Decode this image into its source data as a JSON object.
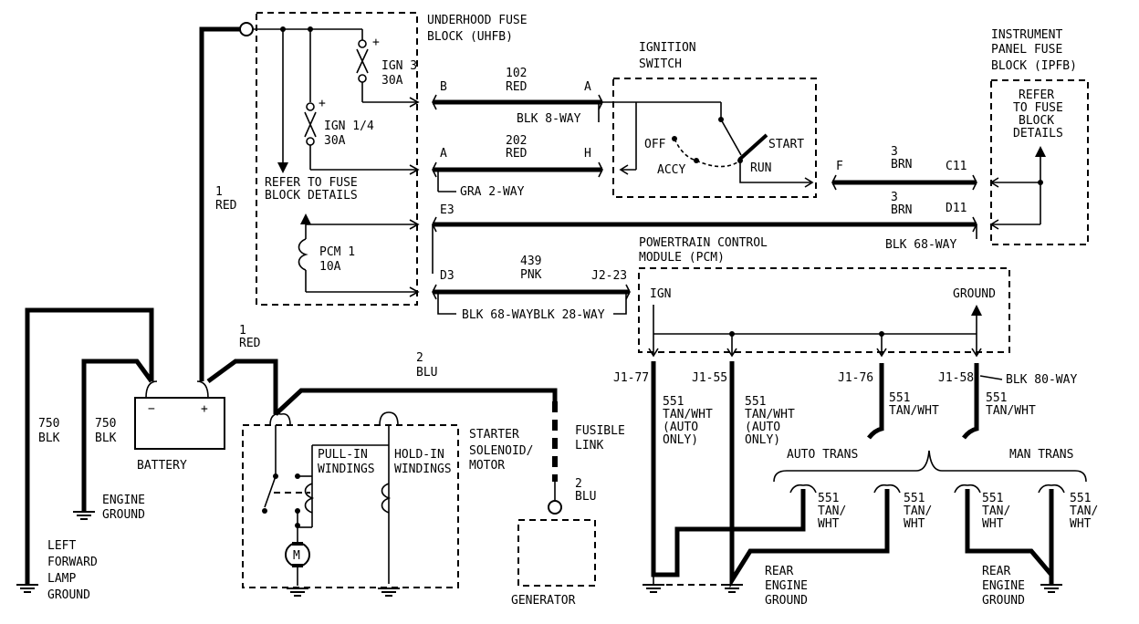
{
  "labels": {
    "uhfb_title": "UNDERHOOD FUSE",
    "uhfb_title2": "BLOCK (UHFB)",
    "ign3": "IGN 3",
    "ign3_amp": "30A",
    "ign14": "IGN 1/4",
    "ign14_amp": "30A",
    "refer_fuse": "REFER TO FUSE",
    "refer_fuse2": "BLOCK DETAILS",
    "pcm1": "PCM 1",
    "pcm1_amp": "10A",
    "red1_top": "1",
    "red1_top2": "RED",
    "pin_b": "B",
    "pin_a1": "A",
    "w102": "102",
    "w102c": "RED",
    "blk8": "BLK 8-WAY",
    "pin_a2": "A",
    "pin_h": "H",
    "w202": "202",
    "w202c": "RED",
    "gra2": "GRA 2-WAY",
    "e3": "E3",
    "d3": "D3",
    "w439": "439",
    "w439c": "PNK",
    "j223": "J2-23",
    "blk68_28": "BLK 68-WAYBLK 28-WAY",
    "ign_title": "IGNITION",
    "ign_title2": "SWITCH",
    "off": "OFF",
    "accy": "ACCY",
    "start": "START",
    "run": "RUN",
    "pin_f": "F",
    "w3a": "3",
    "w3a_c": "BRN",
    "c11": "C11",
    "w3b": "3",
    "w3b_c": "BRN",
    "d11": "D11",
    "blk68": "BLK 68-WAY",
    "ipfb_title": "INSTRUMENT",
    "ipfb_title2": "PANEL FUSE",
    "ipfb_title3": "BLOCK (IPFB)",
    "ipfb_ref1": "REFER",
    "ipfb_ref2": "TO FUSE",
    "ipfb_ref3": "BLOCK",
    "ipfb_ref4": "DETAILS",
    "pcm_title": "POWERTRAIN CONTROL",
    "pcm_title2": "MODULE (PCM)",
    "pcm_ign": "IGN",
    "pcm_ground": "GROUND",
    "j177": "J1-77",
    "j155": "J1-55",
    "j176": "J1-76",
    "j158": "J1-58",
    "blk80": "BLK 80-WAY",
    "w551a": "551",
    "w551a_c": "TAN/WHT",
    "w551a_n1": "(AUTO",
    "w551a_n2": "ONLY)",
    "w551b": "551",
    "w551b_c": "TAN/WHT",
    "w551b_n1": "(AUTO",
    "w551b_n2": "ONLY)",
    "w551c": "551",
    "w551c_c": "TAN/WHT",
    "w551d": "551",
    "w551d_c": "TAN/WHT",
    "auto_trans": "AUTO TRANS",
    "man_trans": "MAN TRANS",
    "s1a": "551",
    "s1b": "TAN/",
    "s1c": "WHT",
    "s2a": "551",
    "s2b": "TAN/",
    "s2c": "WHT",
    "s3a": "551",
    "s3b": "TAN/",
    "s3c": "WHT",
    "s4a": "551",
    "s4b": "TAN/",
    "s4c": "WHT",
    "rear_eg1": "REAR",
    "rear_eg1b": "ENGINE",
    "rear_eg1c": "GROUND",
    "rear_eg2": "REAR",
    "rear_eg2b": "ENGINE",
    "rear_eg2c": "GROUND",
    "red1_mid": "1",
    "red1_mid2": "RED",
    "blu2_top": "2",
    "blu2_top2": "BLU",
    "starter1": "STARTER",
    "starter2": "SOLENOID/",
    "starter3": "MOTOR",
    "fusible1": "FUSIBLE",
    "fusible2": "LINK",
    "blu2_bot": "2",
    "blu2_bot2": "BLU",
    "pullin1": "PULL-IN",
    "pullin2": "WINDINGS",
    "holdin1": "HOLD-IN",
    "holdin2": "WINDINGS",
    "motor_m": "M",
    "generator": "GENERATOR",
    "battery": "BATTERY",
    "bat_minus": "−",
    "bat_plus": "+",
    "w750a": "750",
    "w750a_c": "BLK",
    "w750b": "750",
    "w750b_c": "BLK",
    "eng_gnd1": "ENGINE",
    "eng_gnd2": "GROUND",
    "left1": "LEFT",
    "left2": "FORWARD",
    "left3": "LAMP",
    "left4": "GROUND",
    "fuse_plus1": "+",
    "fuse_plus2": "+"
  }
}
